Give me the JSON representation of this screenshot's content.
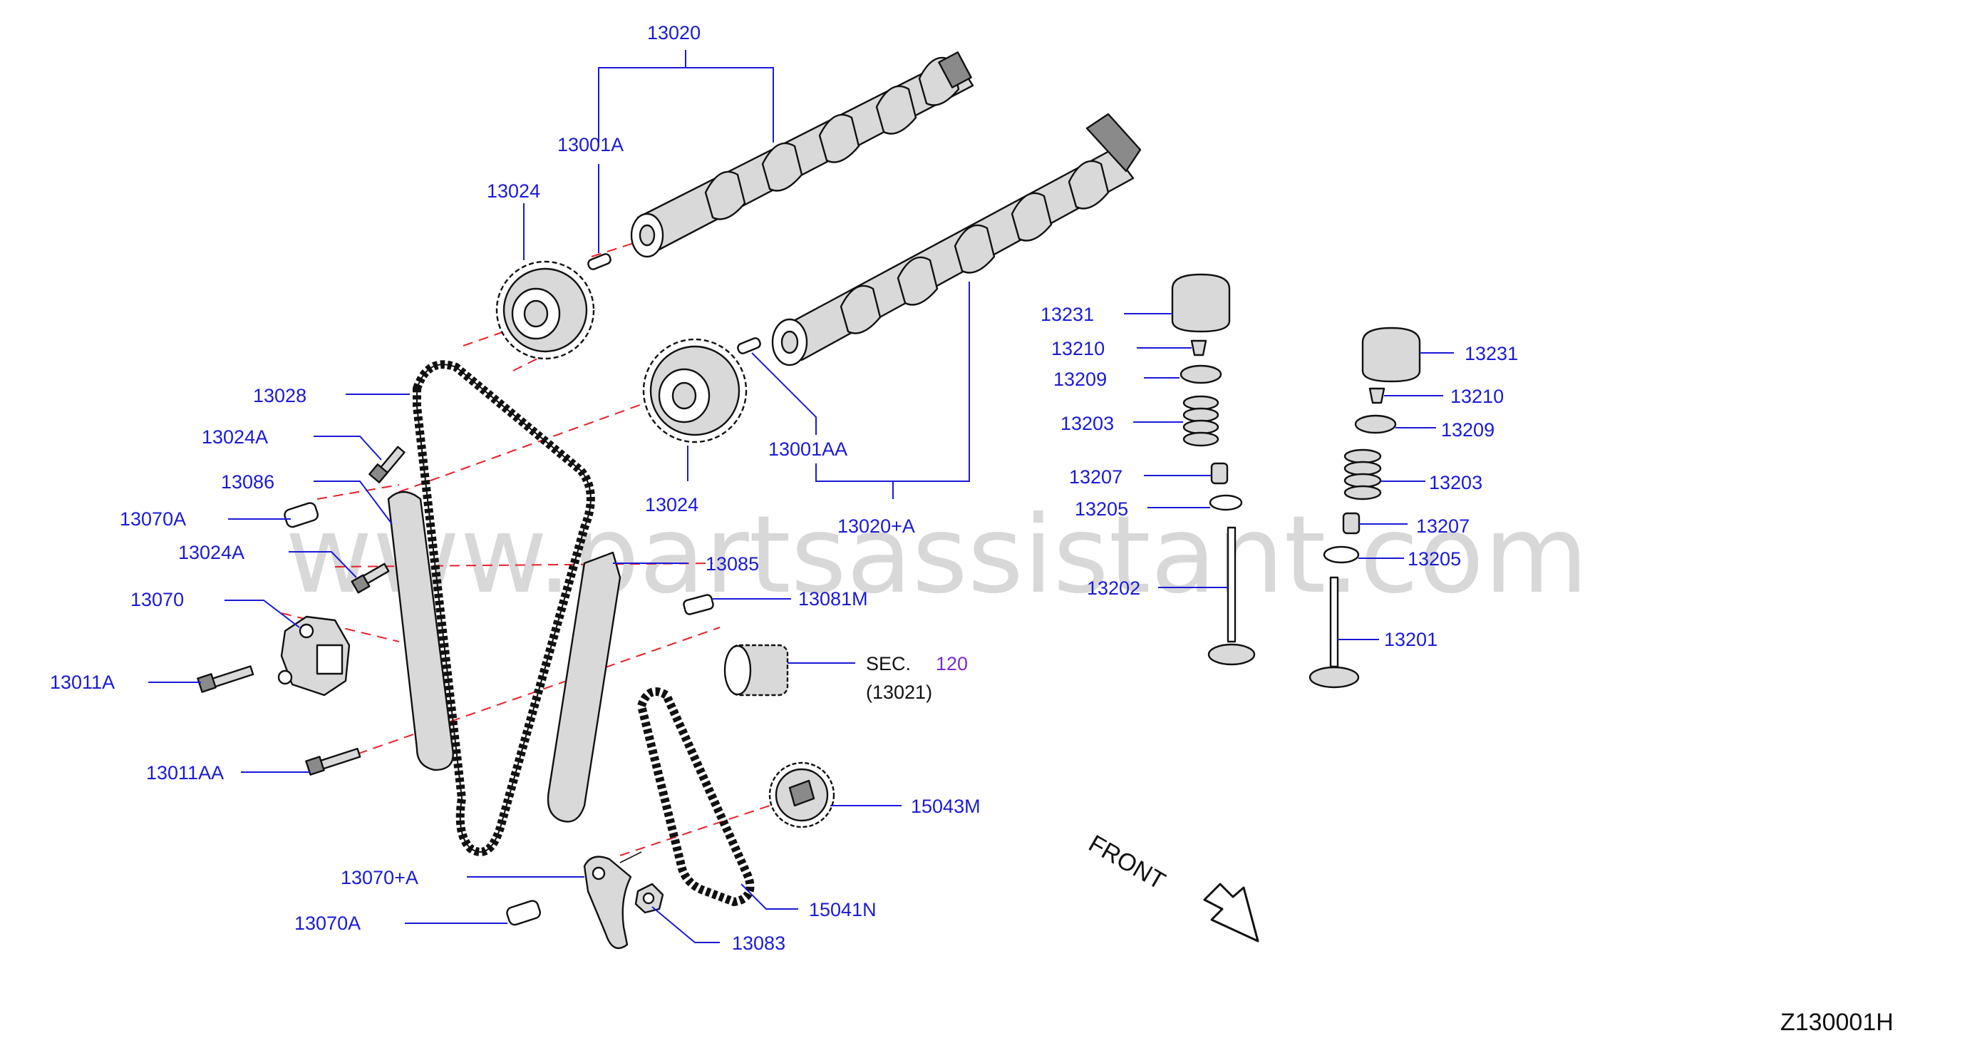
{
  "watermark": "www.partsassistant.com",
  "figure_id": "Z130001H",
  "front_label": "FRONT",
  "labels": {
    "13020": "13020",
    "13001A": "13001A",
    "13024_top": "13024",
    "13028": "13028",
    "13024A_1": "13024A",
    "13086": "13086",
    "13070A_1": "13070A",
    "13024A_2": "13024A",
    "13070": "13070",
    "13011A": "13011A",
    "13011AA": "13011AA",
    "13070pA": "13070+A",
    "13070A_2": "13070A",
    "13083": "13083",
    "15041N": "15041N",
    "15043M": "15043M",
    "sec_prefix": "SEC.",
    "sec_num": "120",
    "sec_sub": "(13021)",
    "13081M": "13081M",
    "13085": "13085",
    "13024_mid": "13024",
    "13001AA": "13001AA",
    "13020pA": "13020+A",
    "L_13231": "13231",
    "L_13210": "13210",
    "L_13209": "13209",
    "L_13203": "13203",
    "L_13207": "13207",
    "L_13205": "13205",
    "L_13202": "13202",
    "R_13231": "13231",
    "R_13210": "13210",
    "R_13209": "13209",
    "R_13203": "13203",
    "R_13207": "13207",
    "R_13205": "13205",
    "R_13201": "13201"
  },
  "colors": {
    "label_blue": "#1a1ad6",
    "leader_blue": "#1a1ad6",
    "centerline_red": "#e8202a",
    "section_purple": "#7a2bd0",
    "watermark_gray": "#d8d8d8"
  }
}
